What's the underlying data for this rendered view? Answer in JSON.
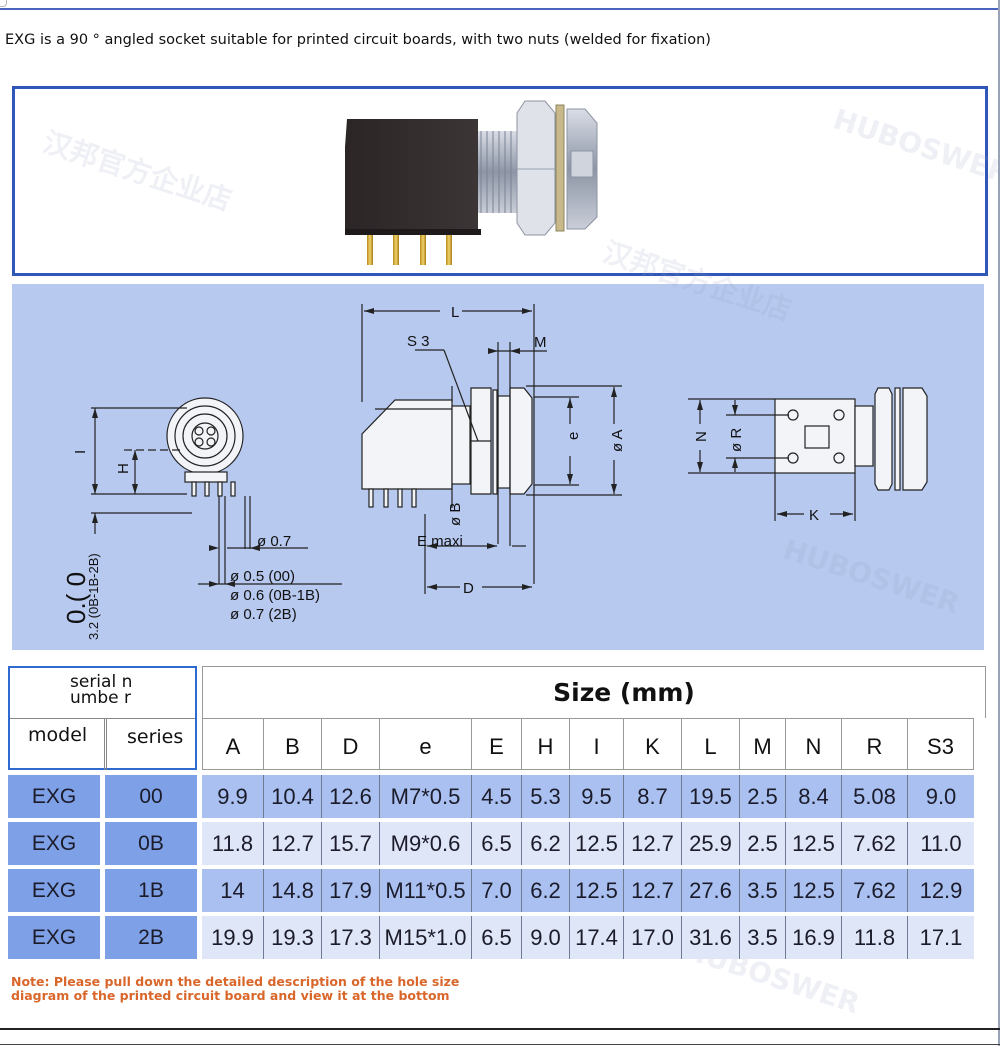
{
  "intro_text": "EXG is a 90 ° angled socket suitable for printed circuit boards, with two nuts (welded for fixation)",
  "photo": {
    "alt": "EXG 90° angled PCB socket product photo"
  },
  "drawing": {
    "front_view": {
      "labels": {
        "I": "I",
        "H": "H",
        "pin_pitch_rotated": "3.2 (0B-1B-2B)",
        "pin_pitch_00": "0.( 0"
      },
      "pin_dia": "ø 0.7",
      "pin_dia_variants": [
        "ø 0.5 (00)",
        "ø 0.6 (0B-1B)",
        "ø 0.7 (2B)"
      ]
    },
    "side_view": {
      "labels": {
        "L": "L",
        "S3": "S 3",
        "M": "M",
        "e": "e",
        "A": "ø A",
        "B": "ø B",
        "E": "E maxi",
        "D": "D"
      }
    },
    "bottom_view": {
      "labels": {
        "N": "N",
        "R": "ø R",
        "K": "K"
      }
    },
    "watermarks": [
      "HUBOSWER",
      "汉邦官方企业店"
    ]
  },
  "table": {
    "header_group": "serial numbe r",
    "model_label": "model",
    "series_label": "series",
    "size_title": "Size (mm)",
    "columns": [
      "A",
      "B",
      "D",
      "e",
      "E",
      "H",
      "I",
      "K",
      "L",
      "M",
      "N",
      "R",
      "S3"
    ],
    "rows": [
      {
        "model": "EXG",
        "series": "00",
        "values": [
          "9.9",
          "10.4",
          "12.6",
          "M7*0.5",
          "4.5",
          "5.3",
          "9.5",
          "8.7",
          "19.5",
          "2.5",
          "8.4",
          "5.08",
          "9.0"
        ]
      },
      {
        "model": "EXG",
        "series": "0B",
        "values": [
          "11.8",
          "12.7",
          "15.7",
          "M9*0.6",
          "6.5",
          "6.2",
          "12.5",
          "12.7",
          "25.9",
          "2.5",
          "12.5",
          "7.62",
          "11.0"
        ]
      },
      {
        "model": "EXG",
        "series": "1B",
        "values": [
          "14",
          "14.8",
          "17.9",
          "M11*0.5",
          "7.0",
          "6.2",
          "12.5",
          "12.7",
          "27.6",
          "3.5",
          "12.5",
          "7.62",
          "12.9"
        ]
      },
      {
        "model": "EXG",
        "series": "2B",
        "values": [
          "19.9",
          "19.3",
          "17.3",
          "M15*1.0",
          "6.5",
          "9.0",
          "17.4",
          "17.0",
          "31.6",
          "3.5",
          "16.9",
          "11.8",
          "17.1"
        ]
      }
    ]
  },
  "note": "Note: Please pull down the detailed description of the hole size diagram of the printed circuit board and view it at the bottom",
  "colors": {
    "accent_blue": "#2f56b8",
    "drawing_bg": "#b7c9ef",
    "model_cell": "#7ea0e6",
    "row_dark": "#a9c0f0",
    "row_light": "#dfe6f8",
    "note_orange": "#d9662a"
  }
}
